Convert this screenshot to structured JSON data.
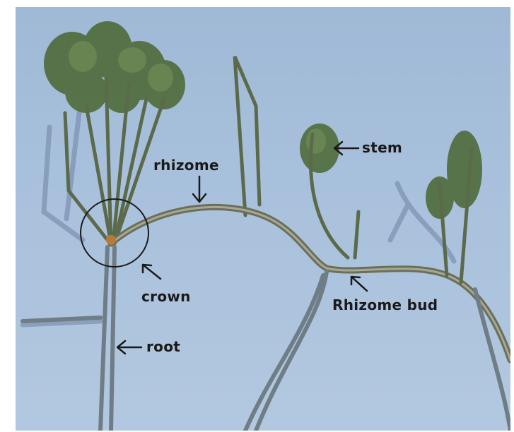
{
  "labels": {
    "rhizome": "rhizome",
    "stem": "stem",
    "crown": "crown",
    "rhizome_bud": "Rhizome bud",
    "root": "root"
  },
  "colors": {
    "background": "#a9c1dc",
    "plant_stem": "#5b6a4a",
    "foliage": "#4f6b3a",
    "shadow": "#7f93b3",
    "annotation": "#1a1a1a",
    "crown_highlight": "#b87a3a"
  }
}
